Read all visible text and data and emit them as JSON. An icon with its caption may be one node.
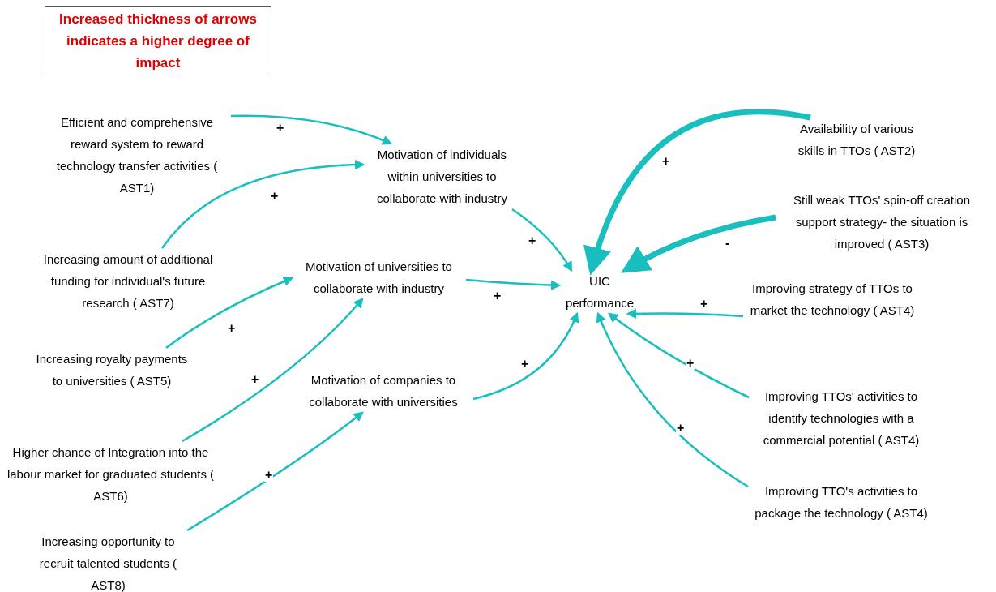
{
  "diagram": {
    "nodes": [
      {
        "text": [
          "Increased thickness of arrows indicates a higher degree of impact"
        ]
      },
      {
        "text": [
          "Efficient and comprehensive reward system to reward technology transfer activities ( AST1)"
        ]
      },
      {
        "text": [
          "Motivation of individuals within universities to collaborate with industry"
        ]
      },
      {
        "text": [
          "Increasing amount of additional funding for individual's future research ( AST7)"
        ]
      },
      {
        "text": [
          "Motivation of universities to collaborate with industry"
        ]
      },
      {
        "text": [
          "Increasing royalty payments to universities ( AST5)"
        ]
      },
      {
        "text": [
          "Higher chance of Integration into the labour market for graduated students ( AST6)"
        ]
      },
      {
        "text": [
          "Motivation of companies to collaborate with universities"
        ]
      },
      {
        "text": [
          "Increasing opportunity to recruit talented students ( AST8)"
        ]
      },
      {
        "text": [
          "UIC performance"
        ]
      },
      {
        "text": [
          "Availability of various skills in TTOs ( AST2)"
        ]
      },
      {
        "text": [
          "Still weak TTOs' spin-off creation support strategy- the situation is improved ( AST3)"
        ]
      },
      {
        "text": [
          "Improving strategy of TTOs to market the technology ( AST4)"
        ]
      },
      {
        "text": [
          "Improving TTOs' activities to identify technologies with a commercial potential ( AST4)"
        ]
      },
      {
        "text": [
          "Improving TTO's activities to package the technology ( AST4)"
        ]
      }
    ],
    "edges": [
      {
        "from": 1,
        "to": 2,
        "arrow": "to",
        "label": "+"
      },
      {
        "from": 3,
        "to": 2,
        "arrow": "to",
        "label": "+"
      },
      {
        "from": 2,
        "to": 9,
        "arrow": "to",
        "label": "+"
      },
      {
        "from": 5,
        "to": 4,
        "arrow": "to",
        "label": "+"
      },
      {
        "from": 6,
        "to": 4,
        "arrow": "to",
        "label": "+"
      },
      {
        "from": 4,
        "to": 9,
        "arrow": "to",
        "label": "+"
      },
      {
        "from": 8,
        "to": 7,
        "arrow": "to",
        "label": "+"
      },
      {
        "from": 7,
        "to": 9,
        "arrow": "to",
        "label": "+"
      },
      {
        "from": 10,
        "to": 9,
        "arrow": "to",
        "label": "+",
        "style": "thick"
      },
      {
        "from": 11,
        "to": 9,
        "arrow": "to",
        "label": "-",
        "style": "thick"
      },
      {
        "from": 12,
        "to": 9,
        "arrow": "to",
        "label": "+"
      },
      {
        "from": 13,
        "to": 9,
        "arrow": "to",
        "label": "+"
      },
      {
        "from": 14,
        "to": 9,
        "arrow": "to",
        "label": "+"
      }
    ]
  }
}
